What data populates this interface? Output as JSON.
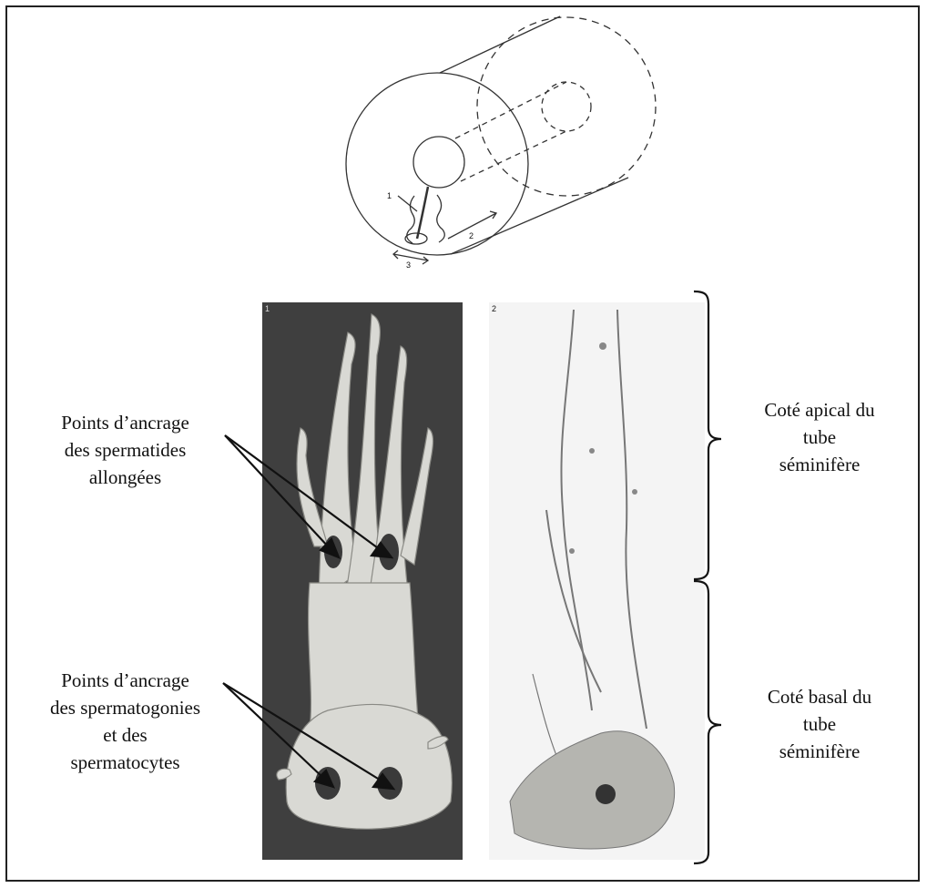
{
  "labels": {
    "anchor_elongated": [
      "Points d’ancrage",
      "des spermatides",
      "allongées"
    ],
    "anchor_spermatogonia": [
      "Points d’ancrage",
      "des spermatogonies",
      "et des",
      "spermatocytes"
    ],
    "apical_side": [
      "Coté apical du",
      "tube",
      "séminifère"
    ],
    "basal_side": [
      "Coté basal du",
      "tube",
      "séminifère"
    ]
  },
  "schematic_numbers": [
    "1",
    "2",
    "3"
  ],
  "panel_numbers": [
    "1",
    "2"
  ],
  "colors": {
    "panel_dark_bg": "#3f3f3f",
    "panel_light_bg": "#f4f4f4",
    "ink": "#111111"
  }
}
